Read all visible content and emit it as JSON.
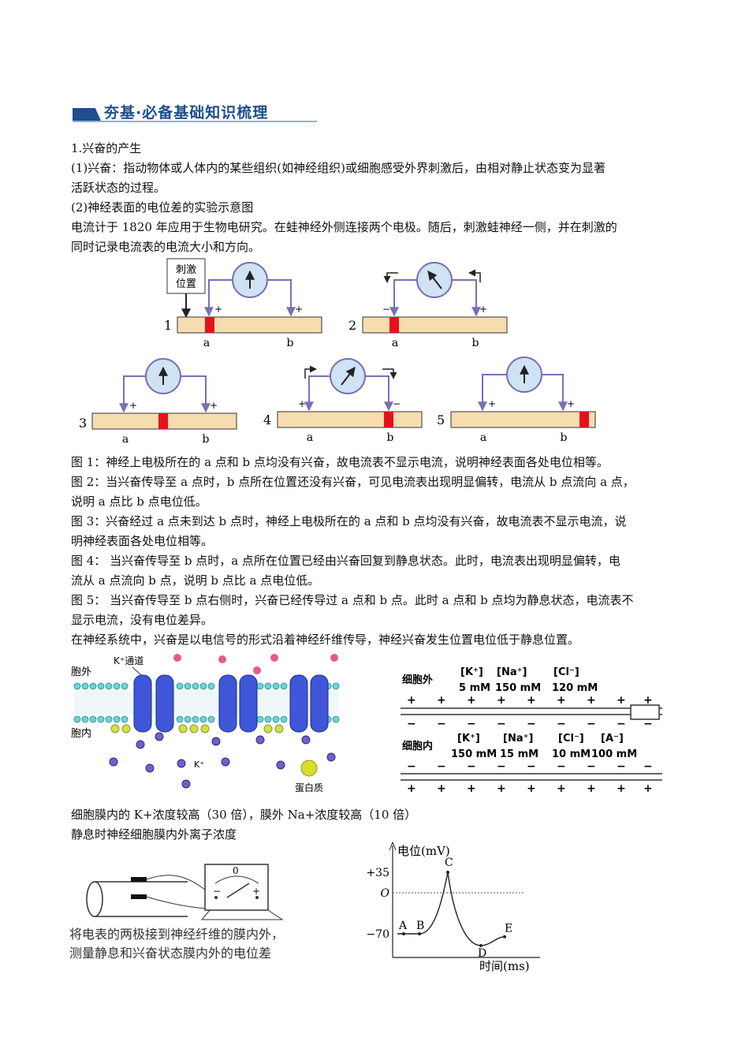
{
  "section": {
    "title": "夯基·必备基础知识梳理"
  },
  "text": {
    "p1": "1.兴奋的产生",
    "p2a": "(1)兴奋：指动物体或人体内的某些组织(如神经组织)或细胞感受外界刺激后，由相对静止状态变为显著",
    "p2b": "活跃状态的过程。",
    "p3": "(2)神经表面的电位差的实验示意图",
    "p4a": "电流计于 1820 年应用于生物电研究。在蛙神经外侧连接两个电极。随后，刺激蛙神经一侧，并在刺激的",
    "p4b": "同时记录电流表的电流大小和方向。",
    "f1": "图 1：神经上电极所在的 a 点和 b 点均没有兴奋，故电流表不显示电流，说明神经表面各处电位相等。",
    "f2a": "图 2：当兴奋传导至 a 点时，b 点所在位置还没有兴奋，可见电流表出现明显偏转，电流从 b 点流向 a 点，",
    "f2b": "说明 a 点比 b 点电位低。",
    "f3a": "图 3：兴奋经过 a 点未到达 b 点时，神经上电极所在的 a 点和 b 点均没有兴奋，故电流表不显示电流，说",
    "f3b": "明神经表面各处电位相等。",
    "f4a": "图 4：  当兴奋传导至 b 点时，a 点所在位置已经由兴奋回复到静息状态。此时，电流表出现明显偏转，电",
    "f4b": "流从 a 点流向 b 点，说明 b 点比 a 点电位低。",
    "f5a": "图 5：  当兴奋传导至 b 点右侧时，兴奋已经传导过 a 点和 b 点。此时 a 点和 b 点均为静息状态，电流表不",
    "f5b": "显示电流，没有电位差异。",
    "p5": "在神经系统中，兴奋是以电信号的形式沿着神经纤维传导，神经兴奋发生位置电位低于静息位置。",
    "p6": "细胞膜内的 K+浓度较高（30 倍），膜外 Na+浓度较高（10 倍）",
    "p7": "静息时神经细胞膜内外离子浓度"
  },
  "fig_top": {
    "stimulus_label_1": "刺激",
    "stimulus_label_2": "位置",
    "panel_numbers": [
      "1",
      "2",
      "3",
      "4",
      "5"
    ],
    "point_a": "a",
    "point_b": "b",
    "plus": "+",
    "minus": "−"
  },
  "membrane": {
    "outside": "胞外",
    "inside": "胞内",
    "channel": "K⁺通道",
    "k_label": "K⁺",
    "protein": "蛋白质"
  },
  "conc": {
    "outside": "细胞外",
    "inside": "细胞内",
    "out_ions": [
      {
        "ion": "[K⁺]",
        "value": "5 mM"
      },
      {
        "ion": "[Na⁺]",
        "value": "150 mM"
      },
      {
        "ion": "[Cl⁻]",
        "value": "120 mM"
      }
    ],
    "in_ions": [
      {
        "ion": "[K⁺]",
        "value": "150 mM"
      },
      {
        "ion": "[Na⁺]",
        "value": "15 mM"
      },
      {
        "ion": "[Cl⁻]",
        "value": "10 mM"
      },
      {
        "ion": "[A⁻]",
        "value": "100 mM"
      }
    ]
  },
  "meter": {
    "zero": "0",
    "caption_1": "将电表的两极接到神经纤维的膜内外，",
    "caption_2": "测量静息和兴奋状态膜内外的电位差"
  },
  "chart_data": {
    "type": "line",
    "ylabel": "电位(mV)",
    "xlabel": "时间(ms)",
    "yticks": [
      "+35",
      "O",
      "−70"
    ],
    "points": [
      {
        "label": "A",
        "y": -70
      },
      {
        "label": "B",
        "y": -70
      },
      {
        "label": "C",
        "y": 35
      },
      {
        "label": "D",
        "y": -90
      },
      {
        "label": "E",
        "y": -75
      }
    ]
  }
}
